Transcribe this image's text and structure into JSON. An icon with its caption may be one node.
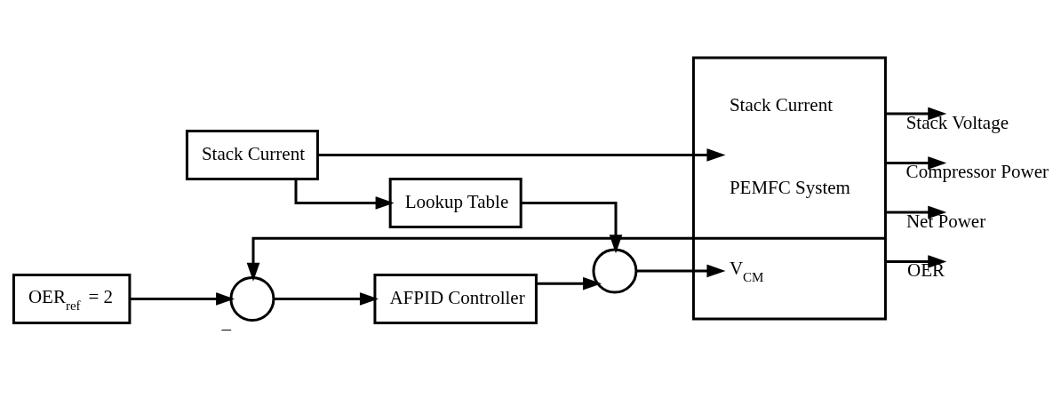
{
  "diagram": {
    "nodes": [
      {
        "text": [
          "Stack Current"
        ]
      },
      {
        "text": [
          "Lookup Table"
        ]
      },
      {
        "text": [
          "OER$_{ref}$ = 2"
        ]
      },
      {
        "text": [],
        "shape": "circle",
        "beside": [
          "–"
        ]
      },
      {
        "text": [
          "AFPID Controller"
        ]
      },
      {
        "text": [],
        "shape": "circle"
      },
      {
        "text": [
          "Stack Current",
          "PEMFC System",
          "V$_{CM}$"
        ]
      }
    ],
    "edges": [
      {
        "from": 0,
        "to": 6,
        "arrow": "to"
      },
      {
        "from": 0,
        "to": 1,
        "arrow": "to"
      },
      {
        "from": 2,
        "to": 3,
        "arrow": "to"
      },
      {
        "from": 3,
        "to": 4,
        "arrow": "to"
      },
      {
        "from": 4,
        "to": 5,
        "arrow": "to"
      },
      {
        "from": 1,
        "to": 5,
        "arrow": "to"
      },
      {
        "from": 5,
        "to": 6,
        "arrow": "to"
      },
      {
        "from": 6,
        "to": null,
        "arrow": "to",
        "label": "Stack Voltage"
      },
      {
        "from": 6,
        "to": null,
        "arrow": "to",
        "label": "Compressor Power"
      },
      {
        "from": 6,
        "to": null,
        "arrow": "to",
        "label": "Net Power"
      },
      {
        "from": 6,
        "to": null,
        "arrow": "to",
        "label": "OER"
      },
      {
        "from": 6,
        "to": 3,
        "arrow": "to"
      }
    ]
  }
}
